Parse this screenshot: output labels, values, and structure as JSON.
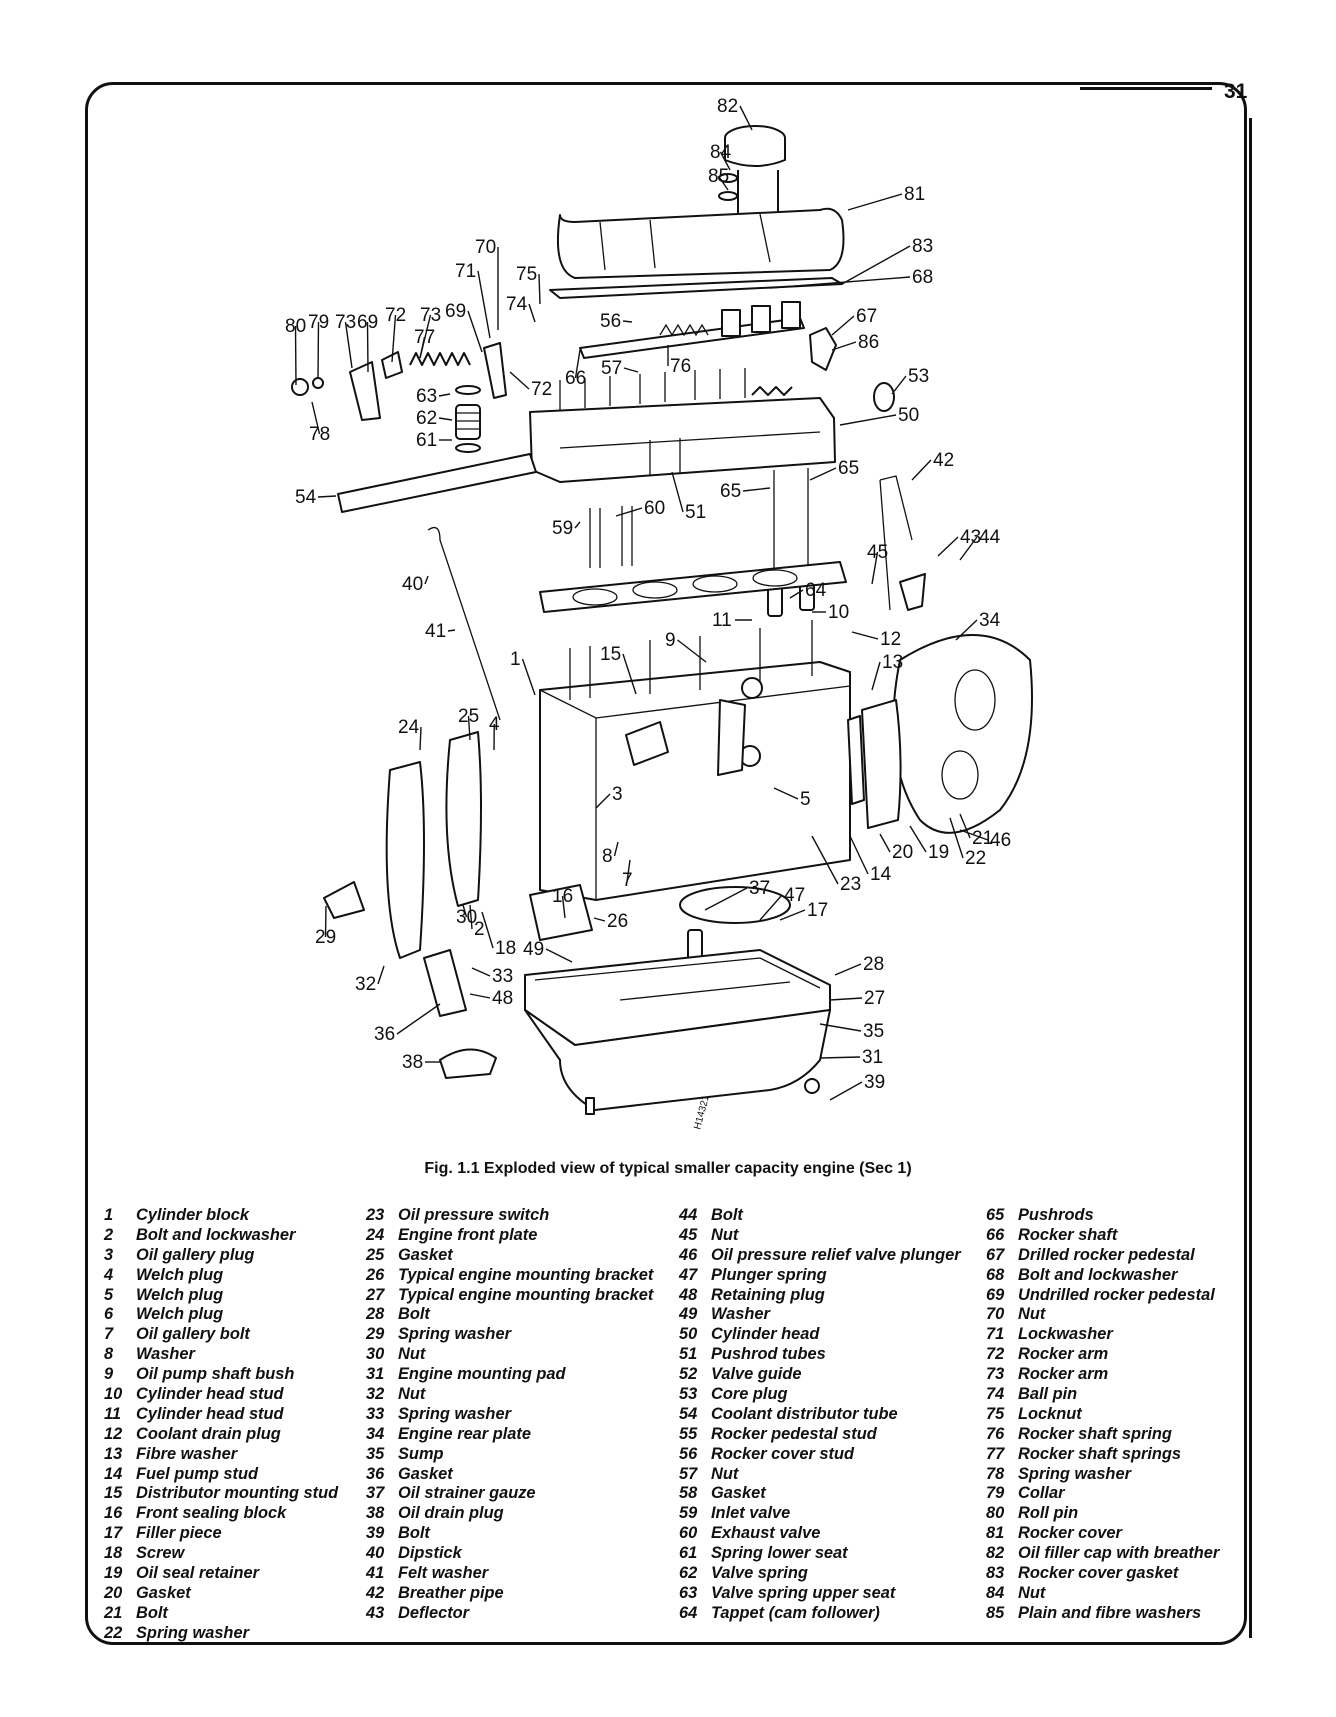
{
  "page_number": "31",
  "caption": "Fig. 1.1 Exploded view of typical smaller capacity engine (Sec 1)",
  "reference_code": "H14321",
  "callouts": [
    "82",
    "84",
    "85",
    "81",
    "83",
    "68",
    "70",
    "71",
    "75",
    "74",
    "80",
    "79",
    "73",
    "69",
    "72",
    "73",
    "69",
    "77",
    "56",
    "67",
    "86",
    "57",
    "76",
    "66",
    "72",
    "63",
    "62",
    "61",
    "78",
    "53",
    "50",
    "54",
    "51",
    "65",
    "65",
    "42",
    "59",
    "60",
    "45",
    "43",
    "44",
    "40",
    "64",
    "10",
    "41",
    "11",
    "12",
    "9",
    "34",
    "15",
    "1",
    "13",
    "24",
    "25",
    "4",
    "3",
    "5",
    "8",
    "7",
    "23",
    "14",
    "20",
    "19",
    "22",
    "21",
    "46",
    "37",
    "47",
    "17",
    "16",
    "26",
    "29",
    "30",
    "2",
    "18",
    "49",
    "28",
    "32",
    "33",
    "48",
    "27",
    "36",
    "35",
    "31",
    "38",
    "39"
  ],
  "legend": {
    "col1": [
      {
        "num": "1",
        "label": "Cylinder block"
      },
      {
        "num": "2",
        "label": "Bolt and lockwasher"
      },
      {
        "num": "3",
        "label": "Oil gallery plug"
      },
      {
        "num": "4",
        "label": "Welch plug"
      },
      {
        "num": "5",
        "label": "Welch plug"
      },
      {
        "num": "6",
        "label": "Welch plug"
      },
      {
        "num": "7",
        "label": "Oil gallery bolt"
      },
      {
        "num": "8",
        "label": "Washer"
      },
      {
        "num": "9",
        "label": "Oil pump shaft bush"
      },
      {
        "num": "10",
        "label": "Cylinder head stud"
      },
      {
        "num": "11",
        "label": "Cylinder head stud"
      },
      {
        "num": "12",
        "label": "Coolant drain plug"
      },
      {
        "num": "13",
        "label": "Fibre washer"
      },
      {
        "num": "14",
        "label": "Fuel pump stud"
      },
      {
        "num": "15",
        "label": "Distributor mounting stud"
      },
      {
        "num": "16",
        "label": "Front sealing block"
      },
      {
        "num": "17",
        "label": "Filler piece"
      },
      {
        "num": "18",
        "label": "Screw"
      },
      {
        "num": "19",
        "label": "Oil seal retainer"
      },
      {
        "num": "20",
        "label": "Gasket"
      },
      {
        "num": "21",
        "label": "Bolt"
      },
      {
        "num": "22",
        "label": "Spring washer"
      }
    ],
    "col2": [
      {
        "num": "23",
        "label": "Oil pressure switch"
      },
      {
        "num": "24",
        "label": "Engine front plate"
      },
      {
        "num": "25",
        "label": "Gasket"
      },
      {
        "num": "26",
        "label": "Typical engine mounting bracket"
      },
      {
        "num": "27",
        "label": "Typical engine mounting bracket"
      },
      {
        "num": "28",
        "label": "Bolt"
      },
      {
        "num": "29",
        "label": "Spring washer"
      },
      {
        "num": "30",
        "label": "Nut"
      },
      {
        "num": "31",
        "label": "Engine mounting pad"
      },
      {
        "num": "32",
        "label": "Nut"
      },
      {
        "num": "33",
        "label": "Spring washer"
      },
      {
        "num": "34",
        "label": "Engine rear plate"
      },
      {
        "num": "35",
        "label": "Sump"
      },
      {
        "num": "36",
        "label": "Gasket"
      },
      {
        "num": "37",
        "label": "Oil strainer gauze"
      },
      {
        "num": "38",
        "label": "Oil drain plug"
      },
      {
        "num": "39",
        "label": "Bolt"
      },
      {
        "num": "40",
        "label": "Dipstick"
      },
      {
        "num": "41",
        "label": "Felt washer"
      },
      {
        "num": "42",
        "label": "Breather pipe"
      },
      {
        "num": "43",
        "label": "Deflector"
      }
    ],
    "col3": [
      {
        "num": "44",
        "label": "Bolt"
      },
      {
        "num": "45",
        "label": "Nut"
      },
      {
        "num": "46",
        "label": "Oil pressure relief valve plunger"
      },
      {
        "num": "47",
        "label": "Plunger spring"
      },
      {
        "num": "48",
        "label": "Retaining plug"
      },
      {
        "num": "49",
        "label": "Washer"
      },
      {
        "num": "50",
        "label": "Cylinder head"
      },
      {
        "num": "51",
        "label": "Pushrod tubes"
      },
      {
        "num": "52",
        "label": "Valve guide"
      },
      {
        "num": "53",
        "label": "Core plug"
      },
      {
        "num": "54",
        "label": "Coolant distributor tube"
      },
      {
        "num": "55",
        "label": "Rocker pedestal stud"
      },
      {
        "num": "56",
        "label": "Rocker cover stud"
      },
      {
        "num": "57",
        "label": "Nut"
      },
      {
        "num": "58",
        "label": "Gasket"
      },
      {
        "num": "59",
        "label": "Inlet valve"
      },
      {
        "num": "60",
        "label": "Exhaust valve"
      },
      {
        "num": "61",
        "label": "Spring lower seat"
      },
      {
        "num": "62",
        "label": "Valve spring"
      },
      {
        "num": "63",
        "label": "Valve spring upper seat"
      },
      {
        "num": "64",
        "label": "Tappet (cam follower)"
      }
    ],
    "col4": [
      {
        "num": "65",
        "label": "Pushrods"
      },
      {
        "num": "66",
        "label": "Rocker shaft"
      },
      {
        "num": "67",
        "label": "Drilled rocker pedestal"
      },
      {
        "num": "68",
        "label": "Bolt and lockwasher"
      },
      {
        "num": "69",
        "label": "Undrilled rocker pedestal"
      },
      {
        "num": "70",
        "label": "Nut"
      },
      {
        "num": "71",
        "label": "Lockwasher"
      },
      {
        "num": "72",
        "label": "Rocker arm"
      },
      {
        "num": "73",
        "label": "Rocker arm"
      },
      {
        "num": "74",
        "label": "Ball pin"
      },
      {
        "num": "75",
        "label": "Locknut"
      },
      {
        "num": "76",
        "label": "Rocker shaft spring"
      },
      {
        "num": "77",
        "label": "Rocker shaft springs"
      },
      {
        "num": "78",
        "label": "Spring washer"
      },
      {
        "num": "79",
        "label": "Collar"
      },
      {
        "num": "80",
        "label": "Roll pin"
      },
      {
        "num": "81",
        "label": "Rocker cover"
      },
      {
        "num": "82",
        "label": "Oil filler cap with breather"
      },
      {
        "num": "83",
        "label": "Rocker cover gasket"
      },
      {
        "num": "84",
        "label": "Nut"
      },
      {
        "num": "85",
        "label": "Plain and fibre washers"
      }
    ]
  }
}
